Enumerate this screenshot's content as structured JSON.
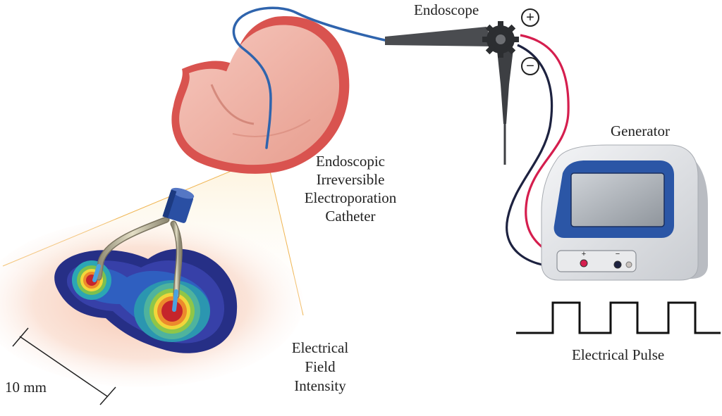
{
  "labels": {
    "endoscope": "Endoscope",
    "generator": "Generator",
    "catheter_lines": [
      "Endoscopic",
      "Irreversible",
      "Electroporation",
      "Catheter"
    ],
    "field_lines": [
      "Electrical",
      "Field",
      "Intensity"
    ],
    "pulse": "Electrical Pulse",
    "scale": "10 mm"
  },
  "symbols": {
    "positive": "+",
    "negative": "−"
  },
  "colors": {
    "catheter_wire": "#2f64ad",
    "positive_lead": "#d51e4e",
    "negative_lead": "#1d2240",
    "stomach_outer": "#d9534f",
    "stomach_inner": "#f4b9ae",
    "generator_screen_frame": "#2b56a6",
    "field_outer": "#262f86",
    "field_core": "#c5252b"
  },
  "icons": {
    "endoscope_knob": "gear-icon",
    "positive_terminal": "plus-circle-icon",
    "negative_terminal": "minus-circle-icon"
  }
}
